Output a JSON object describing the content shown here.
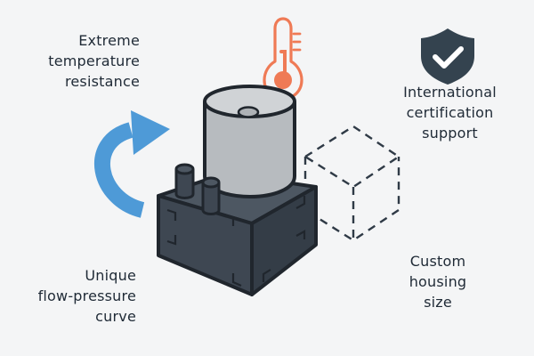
{
  "features": [
    {
      "key": "temperature",
      "lines": [
        "Extreme",
        "temperature",
        "resistance"
      ],
      "icon": "thermometer-icon"
    },
    {
      "key": "certification",
      "lines": [
        "International",
        "certification",
        "support"
      ],
      "icon": "shield-check-icon"
    },
    {
      "key": "flow",
      "lines": [
        "Unique",
        "flow-pressure",
        "curve"
      ],
      "icon": "curved-arrow-icon"
    },
    {
      "key": "housing",
      "lines": [
        "Custom",
        "housing",
        "size"
      ],
      "icon": "dashed-cube-icon"
    }
  ],
  "colors": {
    "background": "#f4f5f6",
    "thermometer": "#ef7a55",
    "shield": "#34434f",
    "arrow": "#4e9ad7",
    "housing": "#3e4752",
    "cylinder": "#c9cccf",
    "text": "#1f2a36"
  }
}
